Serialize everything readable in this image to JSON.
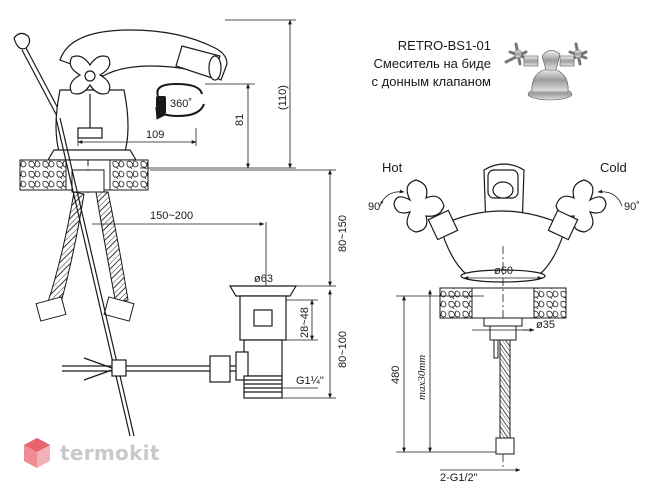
{
  "product": {
    "model": "RETRO-BS1-01",
    "line1": "Смеситель на биде",
    "line2": "с донным клапаном"
  },
  "labels": {
    "hot": "Hot",
    "cold": "Cold"
  },
  "dimensions": {
    "rotation": "360˚",
    "spout_reach": "109",
    "height_spout": "81",
    "height_total": "(110)",
    "lever_offset": "150~200",
    "drain_diameter": "ø63",
    "drain_range_1": "80~150",
    "drain_range_2": "80~100",
    "drain_depth": "28~48",
    "drain_thread": "G1¼\"",
    "base_diameter": "ø60",
    "hole_diameter": "ø35",
    "hose_length": "480",
    "max_thickness": "max30mm",
    "handle_angle_left": "90˚",
    "handle_angle_right": "90˚",
    "hose_thread": "2-G1/2\""
  },
  "brand": {
    "name": "termokit",
    "accent": "#e8646e"
  }
}
